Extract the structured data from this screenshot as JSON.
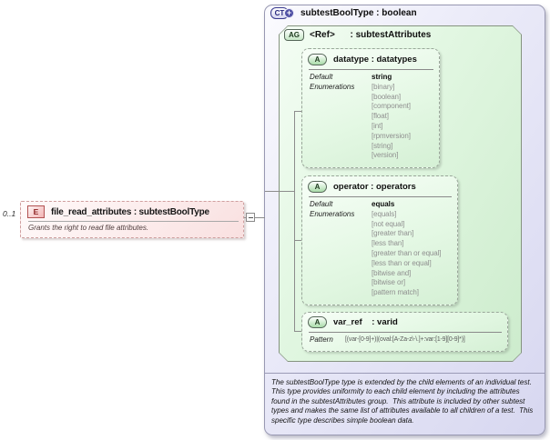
{
  "diagram": {
    "cardinality": "0..1",
    "element": {
      "badge": "E",
      "title": "file_read_attributes : subtestBoolType",
      "annotation": "Grants the right to read file attributes."
    },
    "icons": {
      "collapse": "minus",
      "expand": "+"
    },
    "complex_type": {
      "badge": "CT",
      "expand_icon": "+",
      "title": "subtestBoolType : boolean",
      "attribute_group": {
        "badge": "AG",
        "title": "<Ref>      : subtestAttributes",
        "attributes": [
          {
            "badge": "A",
            "title": "datatype : datatypes",
            "default_label": "Default",
            "default_value": "string",
            "enumerations_label": "Enumerations",
            "enumerations": [
              "[binary]",
              "[boolean]",
              "[component]",
              "[float]",
              "[int]",
              "[rpmversion]",
              "[string]",
              "[version]"
            ]
          },
          {
            "badge": "A",
            "title": "operator : operators",
            "default_label": "Default",
            "default_value": "equals",
            "enumerations_label": "Enumerations",
            "enumerations": [
              "[equals]",
              "[not equal]",
              "[greater than]",
              "[less than]",
              "[greater than or equal]",
              "[less than or equal]",
              "[bitwise and]",
              "[bitwise or]",
              "[pattern match]"
            ]
          },
          {
            "badge": "A",
            "title": "var_ref    : varid",
            "pattern_label": "Pattern",
            "pattern_value": "[(var-[0-9]+)|(oval:[A-Za-z\\-\\.]+:var:[1-9][0-9]*)]"
          }
        ]
      },
      "documentation": "The subtestBoolType type is extended by the child elements of an individual test.  This type provides uniformity to each child element by including the attributes found in the subtestAttributes group.  This attribute is included by other subtest types and makes the same list of attributes available to all children of a test.  This specific type describes simple boolean data."
    }
  },
  "colors": {
    "element_fill": "#fcecec",
    "element_border": "#cf9f9f",
    "complex_type_fill": "#d7d7f0",
    "complex_type_border": "#9898b2",
    "attribute_group_fill": "#cdeccd",
    "attribute_fill": "#d5f0d5",
    "badge_blue": "#39398f",
    "badge_red": "#b25252",
    "badge_green": "#57675a",
    "enum_text": "#8f8f8f",
    "connector": "#8c8c8c"
  }
}
